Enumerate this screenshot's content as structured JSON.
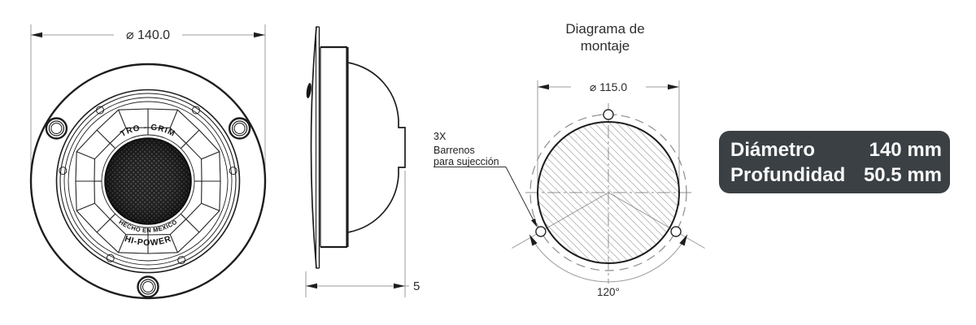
{
  "front_view": {
    "diameter_label": "⌀ 140.0",
    "brand_top": "TRO - GRIM",
    "made_in": "HECHO EN MEXICO",
    "power": "HI-POWER"
  },
  "side_view": {
    "depth_label": "5"
  },
  "mounting_diagram": {
    "title_line1": "Diagrama de",
    "title_line2": "montaje",
    "circle_label": "⌀ 115.0",
    "note_line1": "3X",
    "note_line2": "Barrenos",
    "note_line3": "para sujección",
    "angle_label": "120°"
  },
  "spec_box": {
    "rows": [
      {
        "label": "Diámetro",
        "value": "140 mm"
      },
      {
        "label": "Profundidad",
        "value": "50.5 mm"
      }
    ],
    "background": "#3b4044",
    "text_color": "#f8f8f8"
  },
  "colors": {
    "line": "#1d1d1d",
    "dim_line": "#9b9b9b",
    "hatch": "#747474"
  }
}
